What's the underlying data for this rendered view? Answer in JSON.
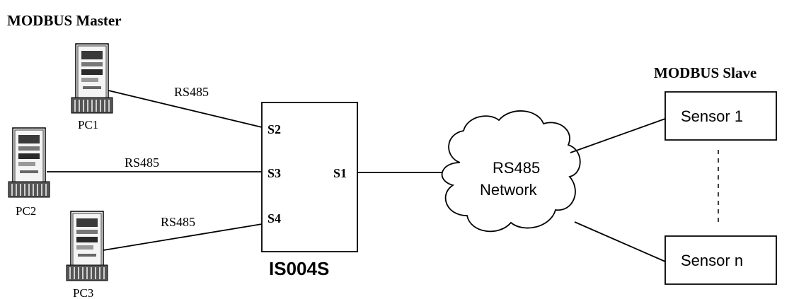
{
  "master_title": "MODBUS Master",
  "slave_title": "MODBUS Slave",
  "pcs": [
    {
      "label": "PC1",
      "link_label": "RS485"
    },
    {
      "label": "PC2",
      "link_label": "RS485"
    },
    {
      "label": "PC3",
      "link_label": "RS485"
    }
  ],
  "device": {
    "name": "IS004S",
    "ports": [
      "S2",
      "S3",
      "S4",
      "S1"
    ]
  },
  "network": {
    "line1": "RS485",
    "line2": "Network"
  },
  "sensors": [
    "Sensor 1",
    "Sensor n"
  ]
}
